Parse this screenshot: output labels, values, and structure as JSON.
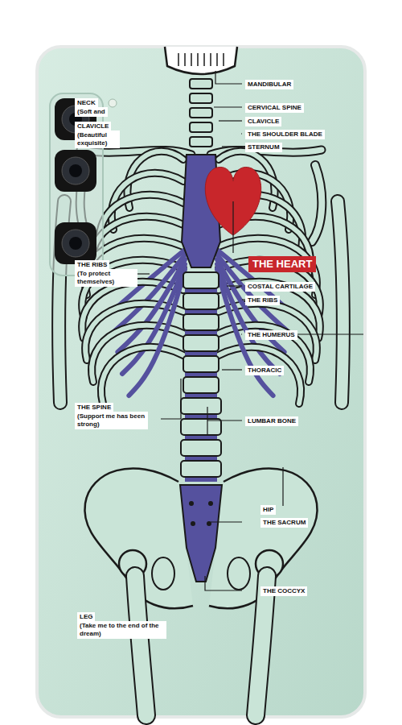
{
  "diagram": {
    "labels": [
      "MANDIBULAR",
      "CERVICAL SPINE",
      "CLAVICLE",
      "THE SHOULDER BLADE",
      "STERNUM",
      "NECK",
      "(Soft and",
      "CLAVICLE",
      "(Beautiful exquisite)",
      "THE RIBS",
      "(To protect themselves)",
      "THE HEART",
      "COSTAL CARTILAGE",
      "THE RIBS",
      "THE HUMERUS",
      "THORACIC",
      "THE SPINE",
      "(Support me has been strong)",
      "LUMBAR BONE",
      "HIP",
      "THE SACRUM",
      "THE COCCYX",
      "LEG",
      "(Take me to the end of the dream)"
    ]
  }
}
